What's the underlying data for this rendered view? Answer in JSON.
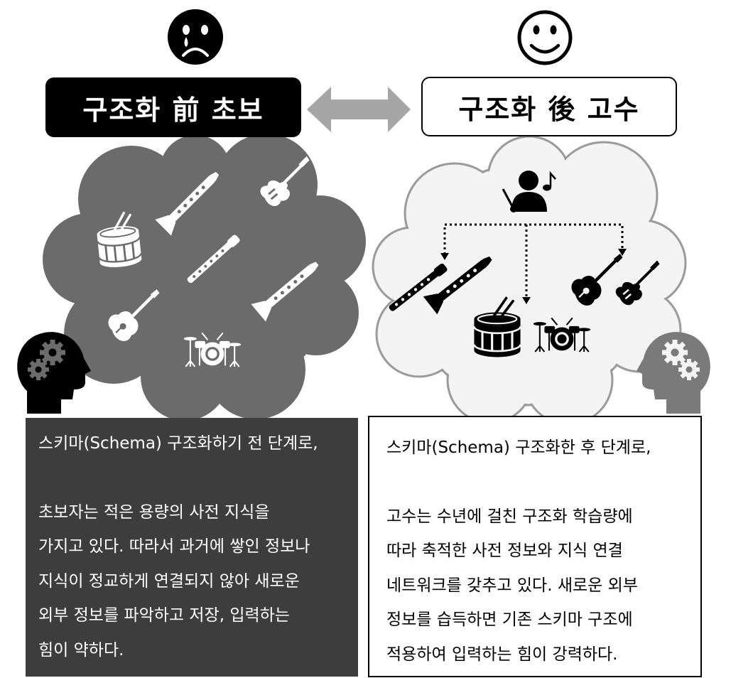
{
  "before": {
    "label": "구조화 前 초보",
    "face_icon": "sad-face-icon",
    "description": {
      "intro": "스키마(Schema) 구조화하기 전 단계로,",
      "lines": [
        "초보자는 적은 용량의 사전 지식을",
        "가지고 있다. 따라서 과거에 쌓인 정보나",
        "지식이 정교하게 연결되지 않아 새로운",
        "외부 정보를 파악하고 저장, 입력하는",
        "힘이 약하다."
      ]
    }
  },
  "after": {
    "label": "구조화 後 고수",
    "face_icon": "happy-face-icon",
    "description": {
      "intro": "스키마(Schema) 구조화한 후 단계로,",
      "lines": [
        "고수는 수년에 걸친 구조화 학습량에",
        "따라 축적한 사전 정보와 지식 연결",
        "네트워크를 갖추고 있다. 새로운 외부",
        "정보를 습득하면 기존 스키마 구조에",
        "적용하여 입력하는 힘이 강력하다."
      ]
    }
  },
  "colors": {
    "before_cloud": "#6b6b6b",
    "before_box": "#3d3d3d",
    "after_cloud": "#f4f4f4",
    "arrow": "#a6a6a6"
  }
}
